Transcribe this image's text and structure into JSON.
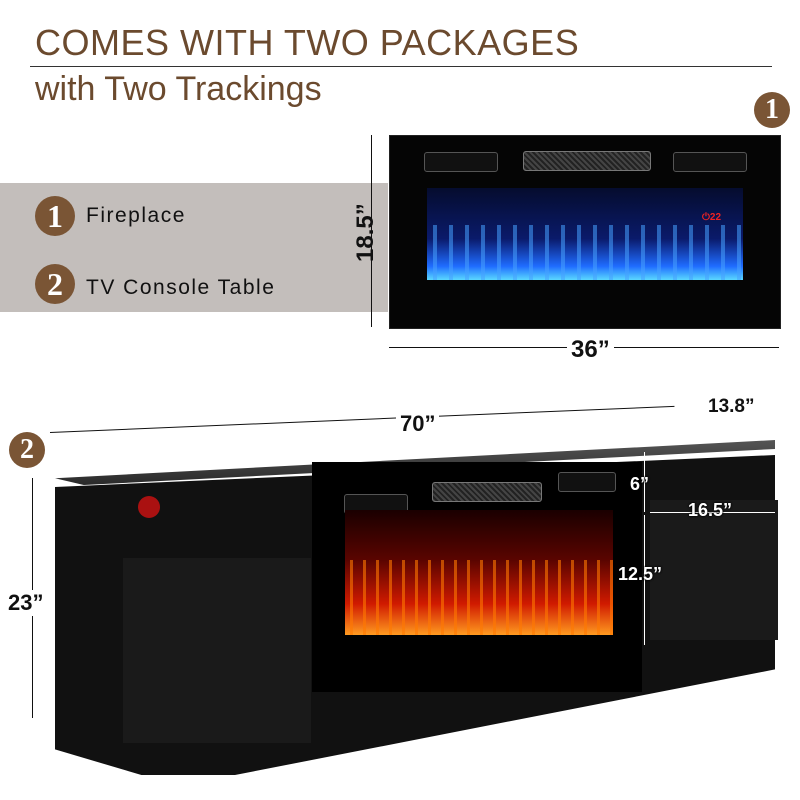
{
  "header": {
    "title": "COMES WITH TWO PACKAGES",
    "subtitle": "with Two Trackings"
  },
  "legend": [
    {
      "number": "1",
      "label": "Fireplace"
    },
    {
      "number": "2",
      "label": "TV Console Table"
    }
  ],
  "package_1": {
    "badge": "1",
    "name": "Fireplace",
    "height": "18.5”",
    "width": "36”",
    "flame_color": "#2a6bff"
  },
  "package_2": {
    "badge": "2",
    "name": "TV Console Table",
    "length": "70”",
    "depth": "13.8”",
    "height": "23”",
    "fireplace_top_gap": "6”",
    "side_cabinet_width": "16.5”",
    "fireplace_opening_height": "12.5”",
    "flame_color": "#ff3a00"
  },
  "colors": {
    "brand_brown": "#7a5535",
    "heading_brown": "#6b4a2e",
    "band_gray": "#c3bebb"
  }
}
